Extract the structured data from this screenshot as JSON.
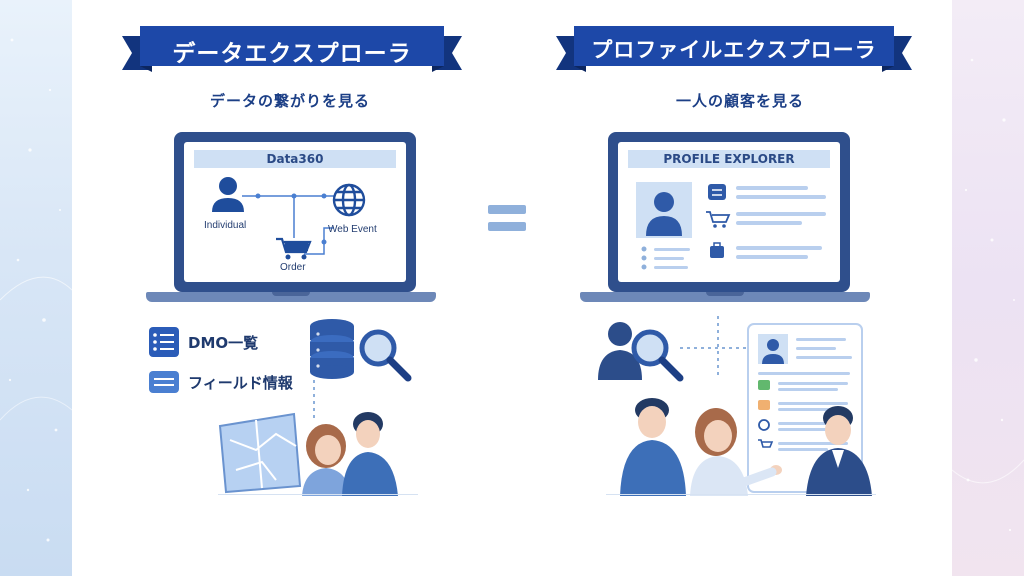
{
  "left_panel": {
    "banner": "データエクスプローラ",
    "subtitle": "データの繋がりを見る",
    "screen_title": "Data360",
    "nodes": {
      "individual": "Individual",
      "web_event": "Web Event",
      "order": "Order"
    },
    "items": [
      {
        "label": "DMO一覧",
        "icon": "checklist-icon"
      },
      {
        "label": "フィールド情報",
        "icon": "field-card-icon"
      }
    ]
  },
  "right_panel": {
    "banner": "プロファイルエクスプローラ",
    "subtitle": "一人の顧客を見る",
    "screen_title": "PROFILE EXPLORER"
  },
  "colors": {
    "banner": "#1d48a8",
    "banner_dark": "#12347e",
    "navy": "#2f4f8c",
    "accent_blue": "#4a7fd1",
    "light_blue": "#cfe0f4"
  }
}
